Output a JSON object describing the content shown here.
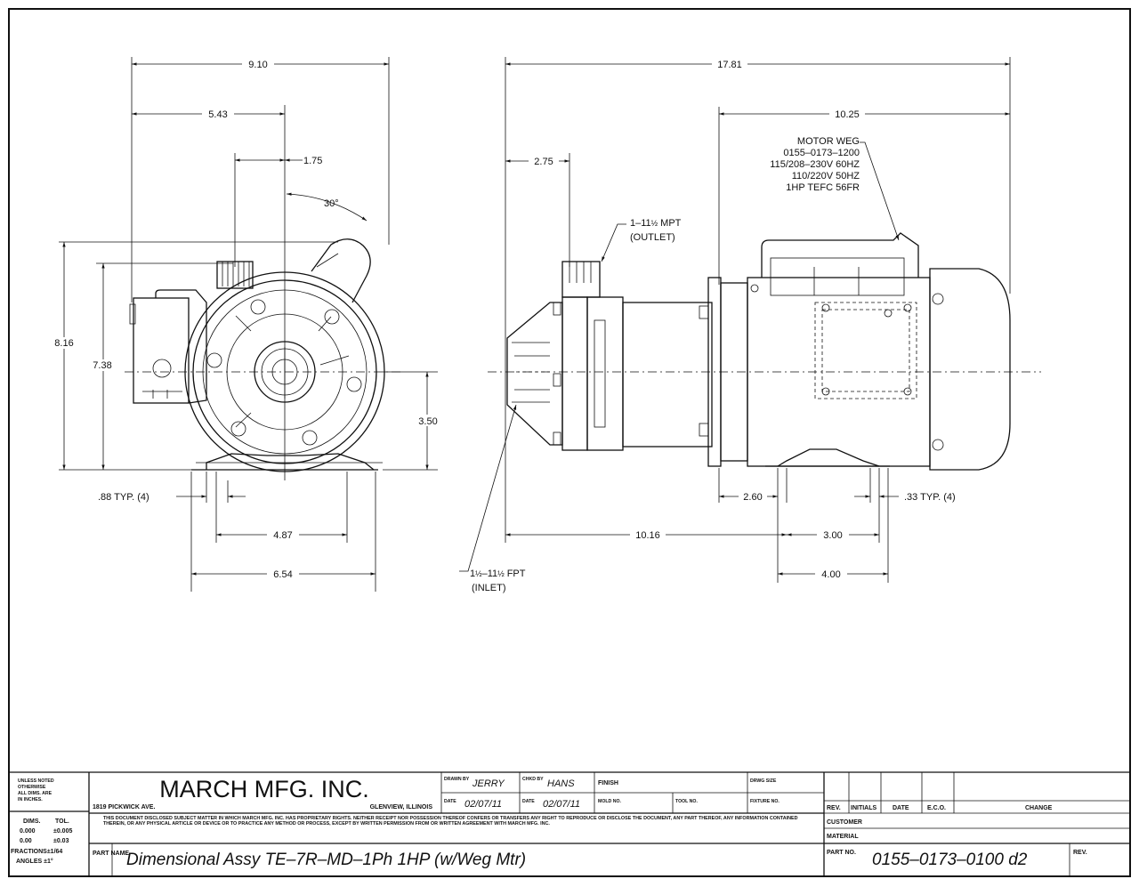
{
  "front_view": {
    "dim_overall_width": "9.10",
    "dim_center_to_left": "5.43",
    "dim_center_offset": "1.75",
    "dim_angle": "30°",
    "dim_overall_height": "8.16",
    "dim_outlet_height": "7.38",
    "dim_shaft_height": "3.50",
    "dim_hole_typ": ".88 TYP. (4)",
    "dim_bolt_span": "4.87",
    "dim_base_width": "6.54"
  },
  "side_view": {
    "dim_overall_length": "17.81",
    "dim_motor_length": "10.25",
    "dim_outlet_offset": "2.75",
    "outlet_note_line1": "1–11",
    "outlet_note_fraction": "½",
    "outlet_note_suffix": "MPT",
    "outlet_note_line2": "(OUTLET)",
    "motor_note": [
      "MOTOR WEG",
      "0155–0173–1200",
      "115/208–230V 60HZ",
      "110/220V 50HZ",
      "1HP TEFC 56FR"
    ],
    "dim_foot_offset": "2.60",
    "dim_hole_typ": ".33 TYP. (4)",
    "dim_inlet_to_feet": "10.16",
    "dim_bolt_span": "3.00",
    "dim_foot_length": "4.00",
    "inlet_note_prefix": "1",
    "inlet_note_frac1": "½",
    "inlet_note_mid": "–11",
    "inlet_note_frac2": "½",
    "inlet_note_suffix": "FPT",
    "inlet_note_line2": "(INLET)"
  },
  "title_block": {
    "tol_header": [
      "UNLESS NOTED",
      "OTHERWISE",
      "ALL DIMS. ARE",
      "IN INCHES."
    ],
    "tol_dims_label": "DIMS.",
    "tol_tol_label": "TOL.",
    "tol_rows": [
      [
        "0.000",
        "±0.005"
      ],
      [
        "0.00",
        "±0.03"
      ]
    ],
    "tol_fractions": "FRACTIONS±1/64",
    "tol_angles": "ANGLES   ±1°",
    "company": "MARCH MFG. INC.",
    "address_street": "1819 PICKWICK AVE.",
    "address_city": "GLENVIEW, ILLINOIS",
    "drawn_by_label": "DRAWN BY",
    "drawn_by": "JERRY",
    "chkd_by_label": "CHKD BY",
    "chkd_by": "HANS",
    "finish_label": "FINISH",
    "drwg_size_label": "DRWG SIZE",
    "date_label": "DATE",
    "drawn_date": "02/07/11",
    "chkd_date": "02/07/11",
    "mold_label": "MOLD NO.",
    "tool_label": "TOOL NO.",
    "fixture_label": "FIXTURE NO.",
    "proprietary": "THIS DOCUMENT DISCLOSED SUBJECT MATTER IN WHICH MARCH MFG. INC. HAS PROPRIETARY RIGHTS. NEITHER RECEIPT NOR POSSESSION THEREOF CONFERS OR TRANSFERS ANY RIGHT TO REPRODUCE OR DISCLOSE THE DOCUMENT, ANY PART THEREOF, ANY INFORMATION CONTAINED THEREIN, OR ANY PHYSICAL ARTICLE OR DEVICE OR TO PRACTICE ANY METHOD OR PROCESS, EXCEPT BY WRITTEN PERMISSION FROM OR WRITTEN AGREEMENT WITH MARCH MFG. INC.",
    "part_name_label": "PART NAME",
    "part_name": "Dimensional Assy TE–7R–MD–1Ph 1HP (w/Weg Mtr)",
    "rev_label": "REV.",
    "initials_label": "INITIALS",
    "rev_date_label": "DATE",
    "eco_label": "E.C.O.",
    "change_label": "CHANGE",
    "customer_label": "CUSTOMER",
    "material_label": "MATERIAL",
    "part_no_label": "PART NO.",
    "part_no": "0155–0173–0100 d2",
    "rev_box_label": "REV."
  }
}
